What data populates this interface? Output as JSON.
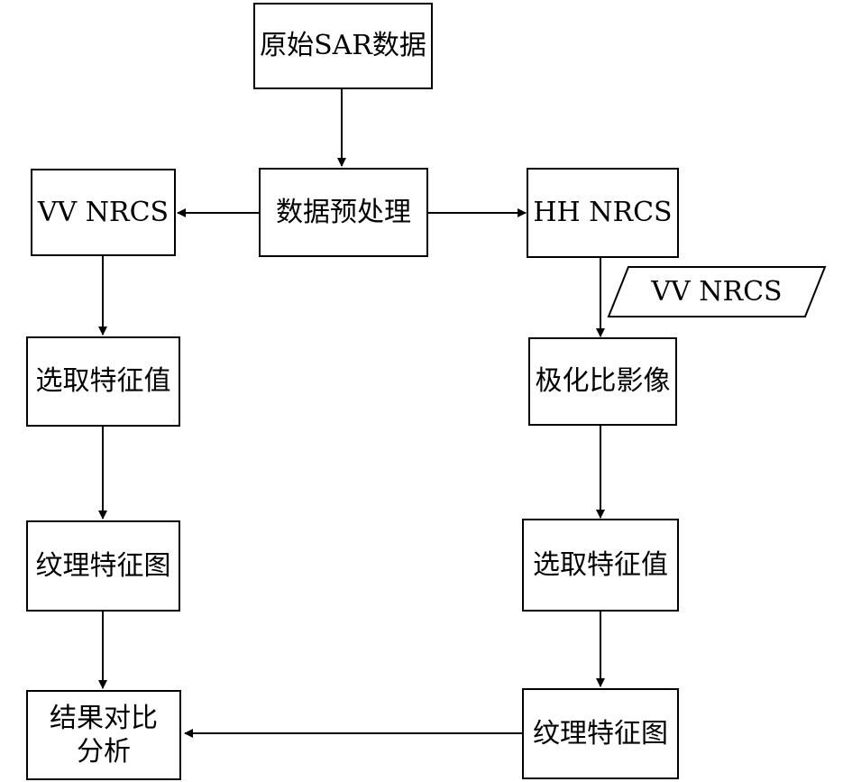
{
  "nodes": {
    "raw_sar": "原始SAR数据",
    "preprocess": "数据预处理",
    "vv_nrcs": "VV NRCS",
    "hh_nrcs": "HH NRCS",
    "vv_nrcs_input": "VV NRCS",
    "left_select": "选取特征值",
    "pol_ratio": "极化比影像",
    "left_texture": "纹理特征图",
    "right_select": "选取特征值",
    "compare": "结果对比\n分析",
    "right_texture": "纹理特征图"
  }
}
